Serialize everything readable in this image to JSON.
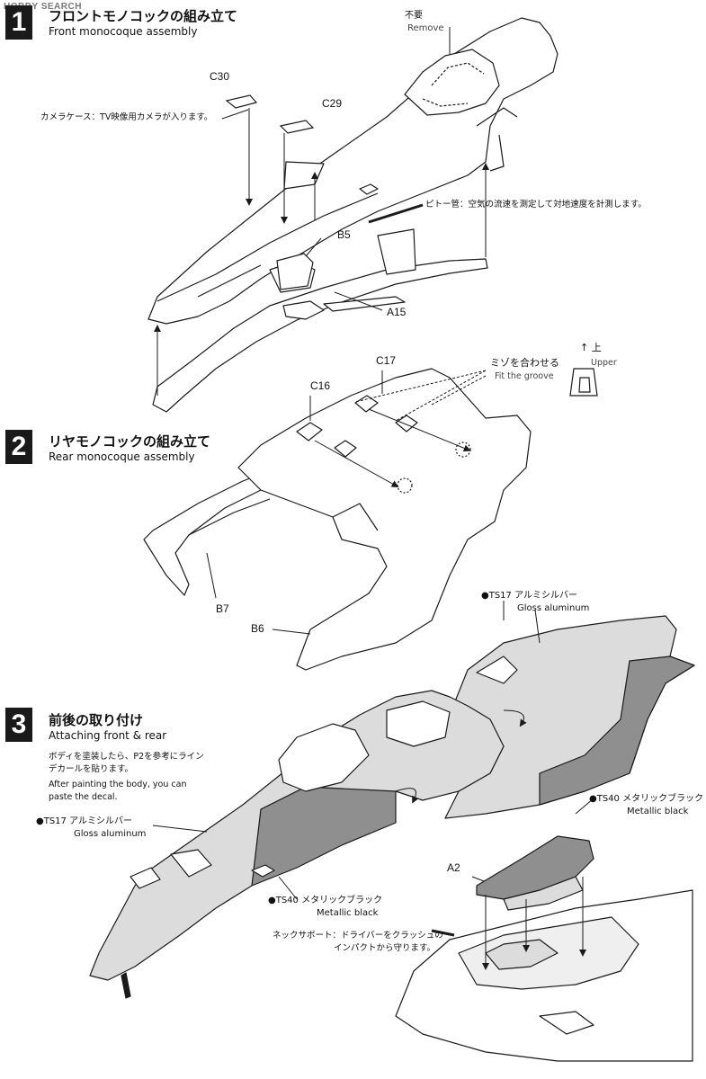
{
  "watermark": "HOBBY SEARCH",
  "step1": {
    "number": "1",
    "title_ja": "フロントモノコックの組み立て",
    "title_en": "Front monocoque assembly",
    "remove_ja": "不要",
    "remove_en": "Remove",
    "parts": {
      "c30": "C30",
      "c29": "C29",
      "b5": "B5",
      "a15": "A15"
    },
    "camera_note": "カメラケース：TV映像用カメラが入ります。",
    "pitot_note": "ピトー管：空気の流速を測定して対地速度を計測します。"
  },
  "step2": {
    "number": "2",
    "title_ja": "リヤモノコックの組み立て",
    "title_en": "Rear monocoque assembly",
    "groove_ja": "ミゾを合わせる",
    "groove_en": "Fit the groove",
    "upper_ja": "↑ 上",
    "upper_en": "Upper",
    "parts": {
      "c16": "C16",
      "c17": "C17",
      "b7": "B7",
      "b6": "B6"
    }
  },
  "step3": {
    "number": "3",
    "title_ja": "前後の取り付け",
    "title_en": "Attaching front & rear",
    "decal_ja_1": "ボディを塗装したら、P2を参考にライン",
    "decal_ja_2": "デカールを貼ります。",
    "decal_en_1": "After painting the body, you can",
    "decal_en_2": "paste the decal.",
    "ts17_top_ja": "●TS17 アルミシルバー",
    "ts17_top_en": "Gloss aluminum",
    "ts17_left_ja": "●TS17 アルミシルバー",
    "ts17_left_en": "Gloss aluminum",
    "ts40_right_ja": "●TS40 メタリックブラック",
    "ts40_right_en": "Metallic black",
    "ts40_mid_ja": "●TS40 メタリックブラック",
    "ts40_mid_en": "Metallic black",
    "neck_ja_1": "ネックサポート：ドライバーをクラッシュの",
    "neck_ja_2": "インパクトから守ります。",
    "parts": {
      "a2": "A2"
    }
  },
  "colors": {
    "ink": "#1a1a1a",
    "silver_fill": "#d9d9d9",
    "black_fill": "#8a8a8a",
    "light_fill": "#efefef"
  }
}
